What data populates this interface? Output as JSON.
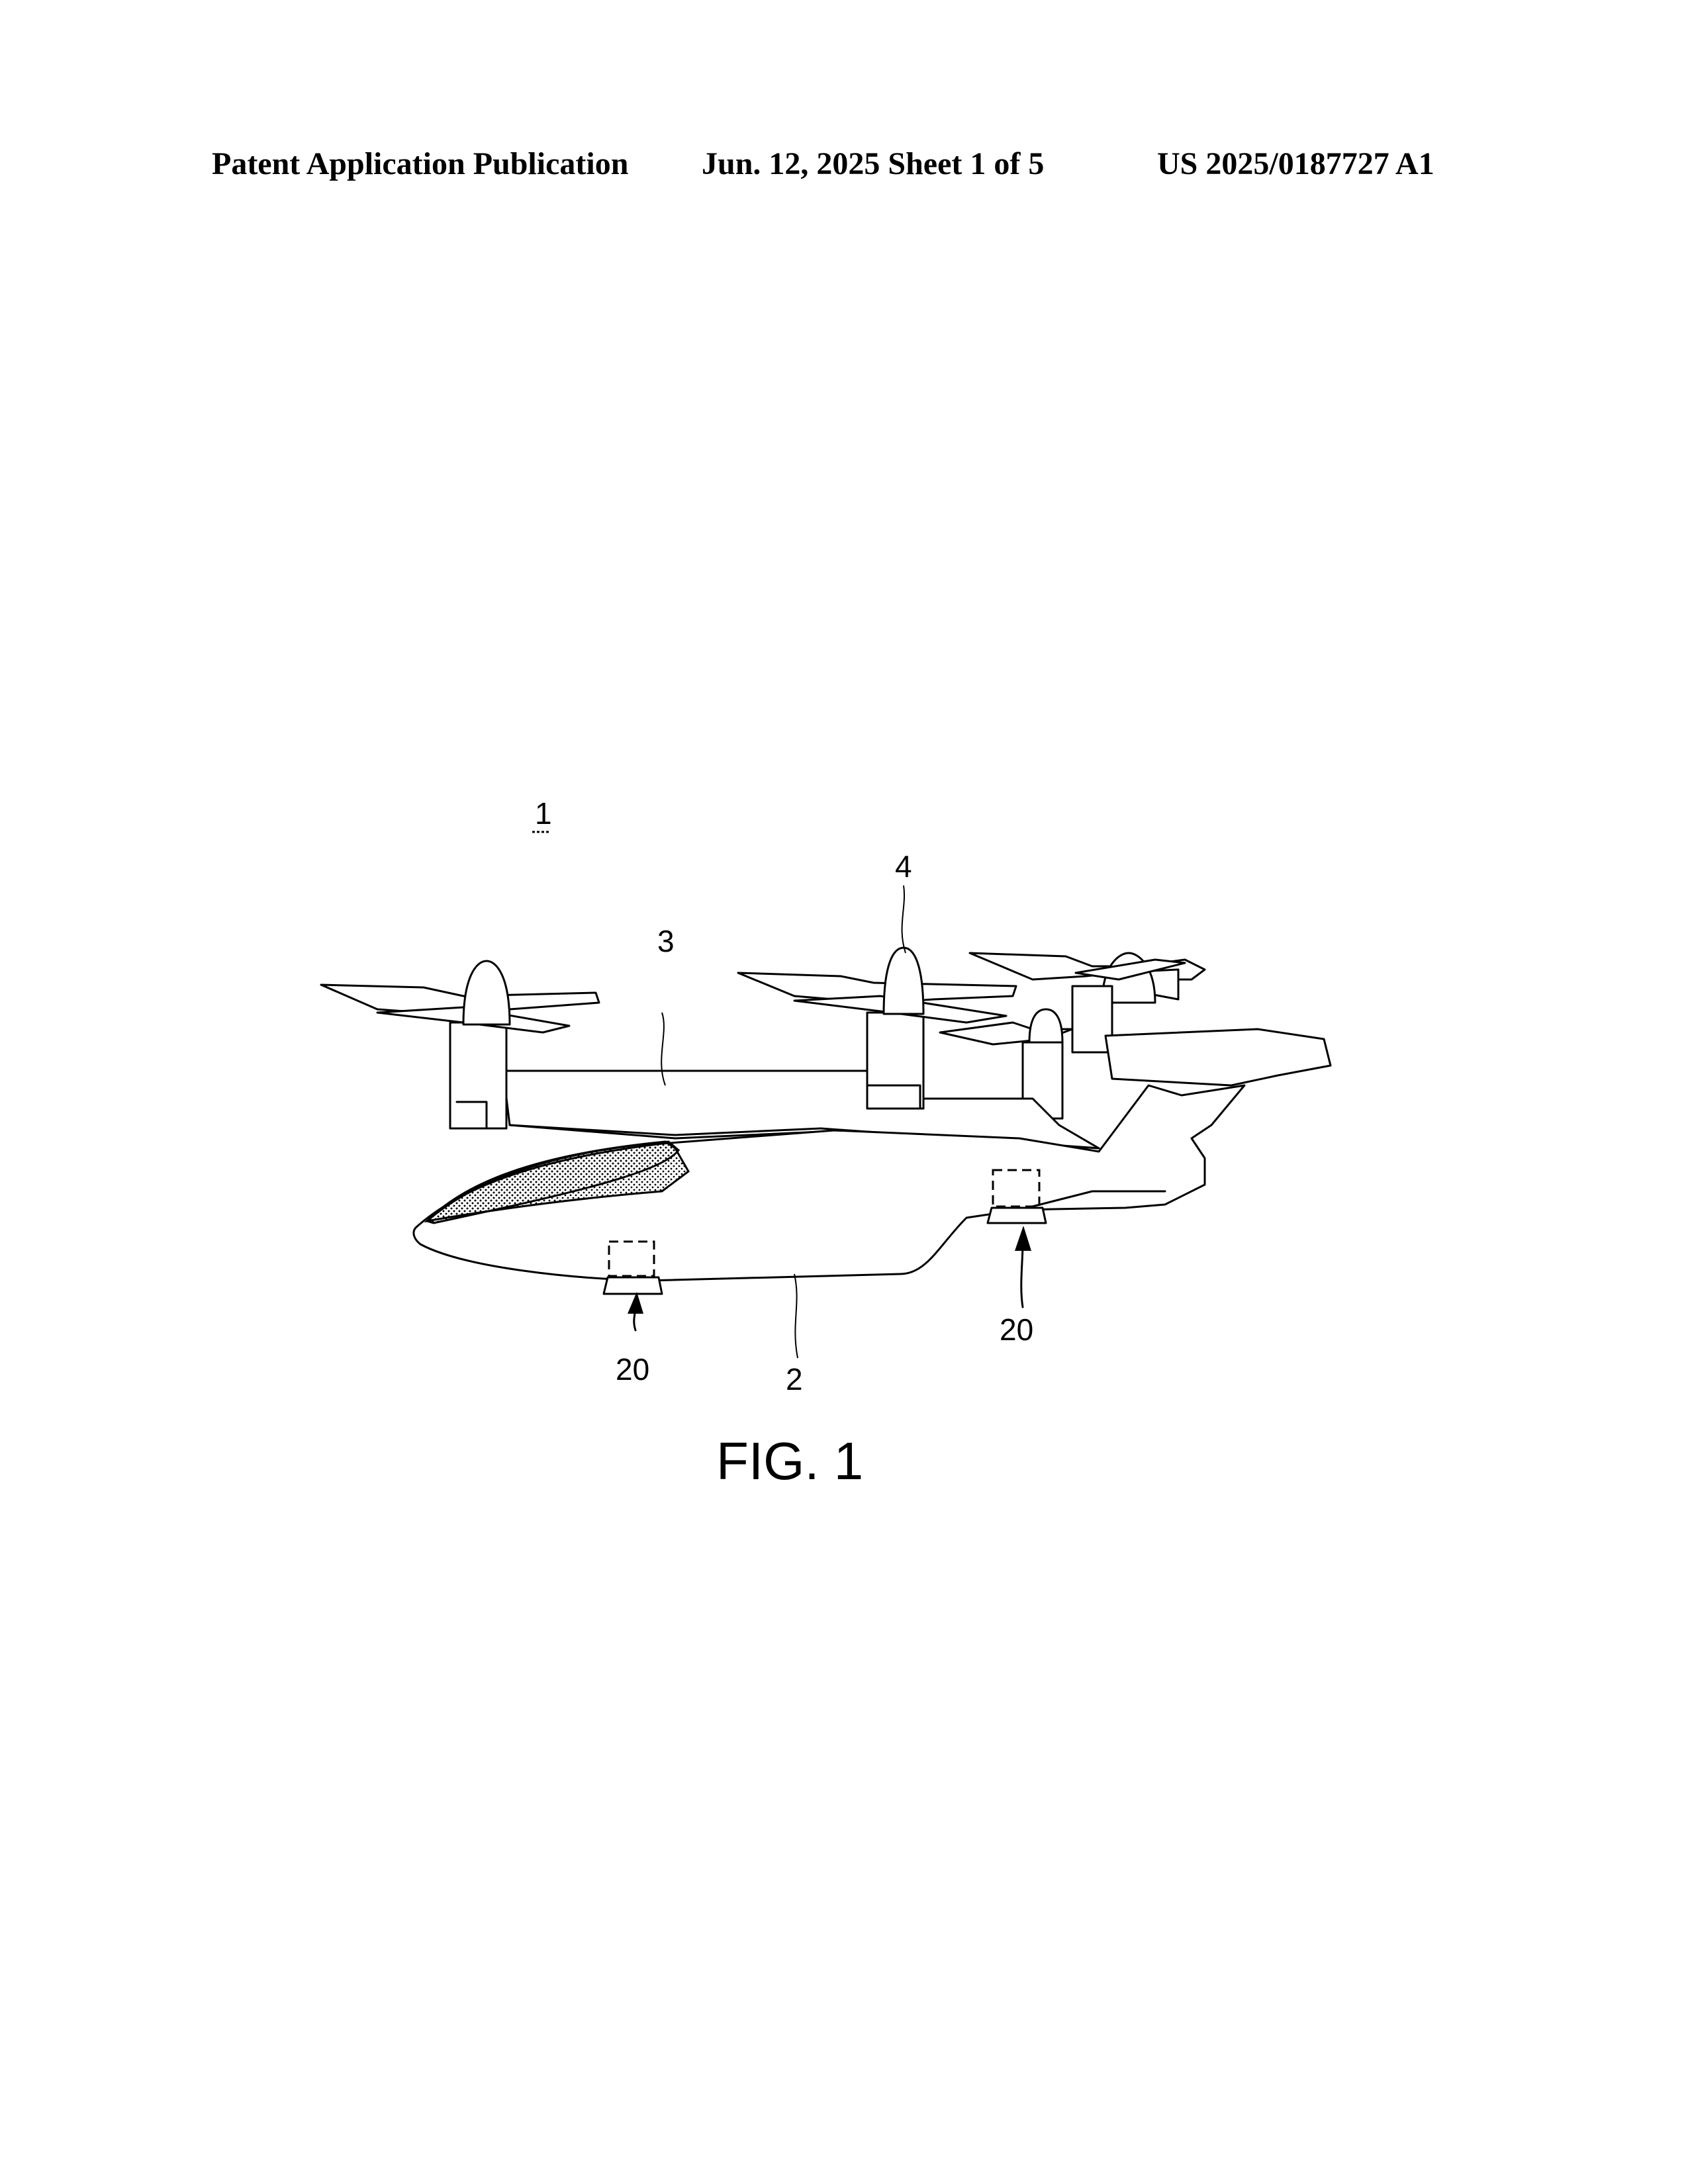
{
  "header": {
    "left": "Patent Application Publication",
    "middle": "Jun. 12, 2025  Sheet 1 of 5",
    "right": "US 2025/0187727 A1"
  },
  "figure": {
    "caption": "FIG. 1",
    "labels": {
      "aircraft": "1",
      "fuselage": "2",
      "wing": "3",
      "rotor": "4",
      "landing_gear_front": "20",
      "landing_gear_rear": "20"
    }
  }
}
